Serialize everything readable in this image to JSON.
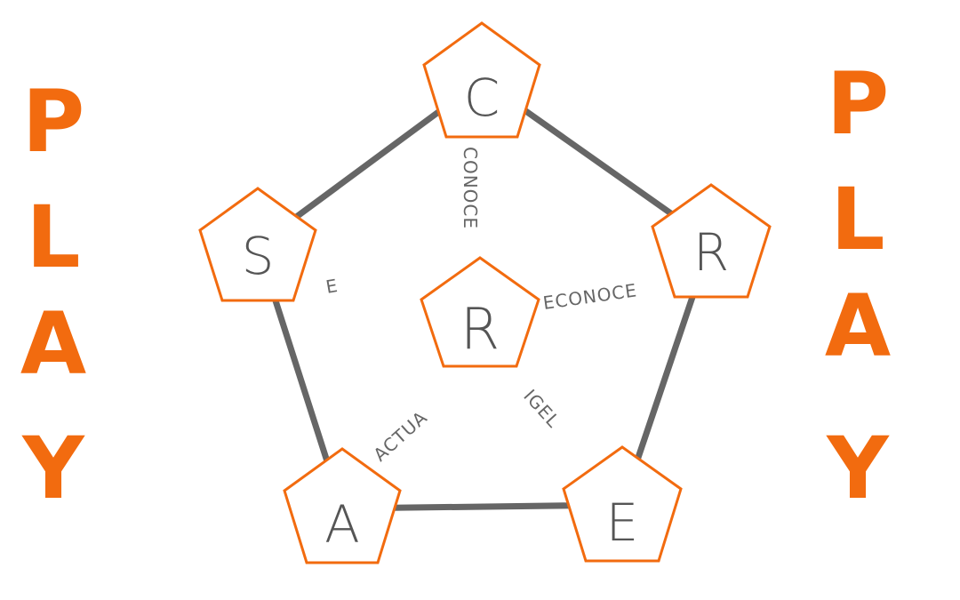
{
  "colors": {
    "accent": "#f26b0f",
    "edge": "#666666",
    "letter": "#555555"
  },
  "side_words": {
    "left": "PLAY",
    "right": "PLAY"
  },
  "nodes": {
    "top": "C",
    "left": "S",
    "right": "R",
    "center": "R",
    "bottom_left": "A",
    "bottom_right": "E"
  },
  "edge_labels": {
    "c_to_r": "CONOCE",
    "s_to_r": "E",
    "r_to_r": "ECONOCE",
    "a_to_r": "ACTUA",
    "e_to_r": "IGEL"
  }
}
